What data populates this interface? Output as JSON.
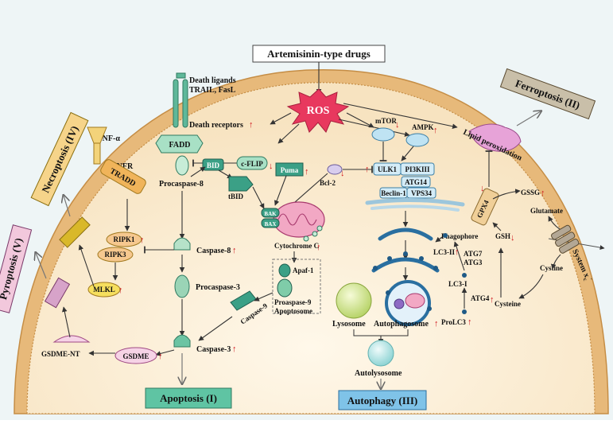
{
  "top_box": "Artemisinin-type drugs",
  "ros": "ROS",
  "death_ligands": "Death ligands",
  "trail_fasl": "TRAIL, FasL",
  "death_receptors": "Death receptors",
  "tnf_alpha": "TNF-α",
  "tnfr": "TNFR",
  "tradd": "TRADD",
  "fadd": "FADD",
  "cflip": "c-FLIP",
  "procaspase8": "Procaspase-8",
  "bid": "BID",
  "tbid": "tBID",
  "puma": "Puma",
  "bcl2": "Bcl-2",
  "bak": "BAK",
  "bax": "BAX",
  "cytochrome_c": "Cytochrome C",
  "apaf1": "Apaf-1",
  "proaspase9": "Proaspase-9",
  "apoptosome": "Apoptosome",
  "caspase9": "Caspase-9",
  "caspase8": "Caspase-8",
  "procaspase3": "Procaspase-3",
  "caspase3": "Caspase-3",
  "gsdme": "GSDME",
  "gsdme_nt": "GSDME-NT",
  "ripk1": "RIPK1",
  "ripk3": "RIPK3",
  "mlkl": "MLKL",
  "mtor": "mTOR",
  "ampk": "AMPK",
  "ulk1": "ULK1",
  "pi3kiii": "PI3KIII",
  "atg14": "ATG14",
  "beclin1": "Beclin-1",
  "vps34": "VPS34",
  "phagophore": "Phagophore",
  "lc3_ii": "LC3-II",
  "atg7": "ATG7",
  "atg3": "ATG3",
  "lc3_i": "LC3-I",
  "atg4": "ATG4",
  "prolc3": "ProLC3",
  "lysosome": "Lysosome",
  "autophagosome": "Autophagosome",
  "autolysosome": "Autolysosome",
  "lipid_peroxidation": "Lipid peroxidation",
  "gpx4": "GPX4",
  "gssg": "GSSG",
  "gsh": "GSH",
  "glutamate": "Glutamate",
  "cystine": "Cystine",
  "cysteine": "Cysteine",
  "system_xc": "System x",
  "system_xc_sub": "c",
  "system_xc_sup": "-",
  "apoptosis": "Apoptosis (I)",
  "ferroptosis": "Ferroptosis (II)",
  "autophagy": "Autophagy (III)",
  "necroptosis": "Necroptosis (IV)",
  "pyroptosis": "Pyroptosis (V)",
  "up_mark": "↑",
  "down_mark": "↓",
  "colors": {
    "membrane": "#e7b97a",
    "cytoplasm": "#fbefd9",
    "apoptosis_box": "#5fc4a3",
    "autophagy_box": "#7fc3e8",
    "ferroptosis_box": "#c9bfa9",
    "necroptosis_box": "#f6d48a",
    "pyroptosis_box": "#f2c8dc",
    "ros": "#e8385e"
  }
}
